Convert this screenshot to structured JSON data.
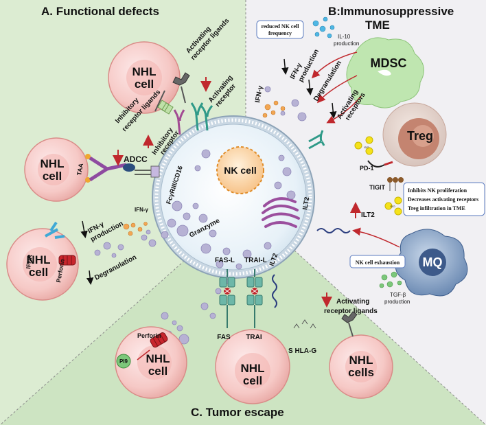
{
  "sections": {
    "a_title": "A. Functional defects",
    "b_title_1": "B:Immunosuppressive",
    "b_title_2": "TME",
    "c_title": "C. Tumor escape"
  },
  "center": {
    "nk_cell": "NK cell",
    "granzyme": "Granzyme",
    "fcr": "FcγRIII/CD16",
    "ilt2_right": "ILT2",
    "ilt2_bottom": "ILT2",
    "fas_l": "FAS-L",
    "trai_l": "TRAI-L"
  },
  "cells": {
    "nhl_top_1": "NHL",
    "nhl_top_2": "cell",
    "nhl_left_1": "NHL",
    "nhl_left_2": "cell",
    "nhl_lower_1": "NHL",
    "nhl_lower_2": "cell",
    "nhl_bl_1": "NHL",
    "nhl_bl_2": "cell",
    "nhl_bc_1": "NHL",
    "nhl_bc_2": "cell",
    "nhl_br_1": "NHL",
    "nhl_br_2": "cells",
    "mdsc": "MDSC",
    "treg": "Treg",
    "mq": "MQ"
  },
  "labels_a": {
    "activating_ligands_1": "Activating",
    "activating_ligands_2": "receptor ligands",
    "inhibitory_ligands_1": "Inhibitory",
    "inhibitory_ligands_2": "receptor ligands",
    "inhibitory_receptor_1": "Inhibitory",
    "inhibitory_receptor_2": "receptor",
    "activating_receptor_1": "Activating",
    "activating_receptor_2": "receptor",
    "adcc": "ADCC",
    "taa": "TAA",
    "ifn_gamma_small": "IFN-γ",
    "ifng_prod_1": "IFN-γ",
    "ifng_prod_2": "production",
    "ifnr": "IFNR",
    "perforin": "Perforin",
    "degranulation": "Degranulation"
  },
  "labels_b": {
    "reduced_1": "reduced NK cell",
    "reduced_2": "frequency",
    "il10_1": "IL-10",
    "il10_2": "production",
    "ifng": "IFN-γ",
    "ifng_prod_1": "IFN-γ",
    "ifng_prod_2": "production",
    "degranulation": "Degranulation",
    "activating_1": "Activating",
    "activating_2": "receptors",
    "pd1": "PD-1",
    "tigit": "TIGIT",
    "ido": "IDO",
    "treg_box_1": "Inhibits NK proliferation",
    "treg_box_2": "Decreases activating receptors",
    "treg_box_3": "Treg infiltration in TME",
    "ilt2": "ILT2",
    "exhaustion": "NK cell exhaustion",
    "tgfb_1": "TGF-β",
    "tgfb_2": "production"
  },
  "labels_c": {
    "perforin": "Perforin",
    "pi9": "PI9",
    "fas": "FAS",
    "trai": "TRAI",
    "activating_1": "Activating",
    "activating_2": "receptor ligands",
    "s_hla_g": "S HLA-G"
  }
}
